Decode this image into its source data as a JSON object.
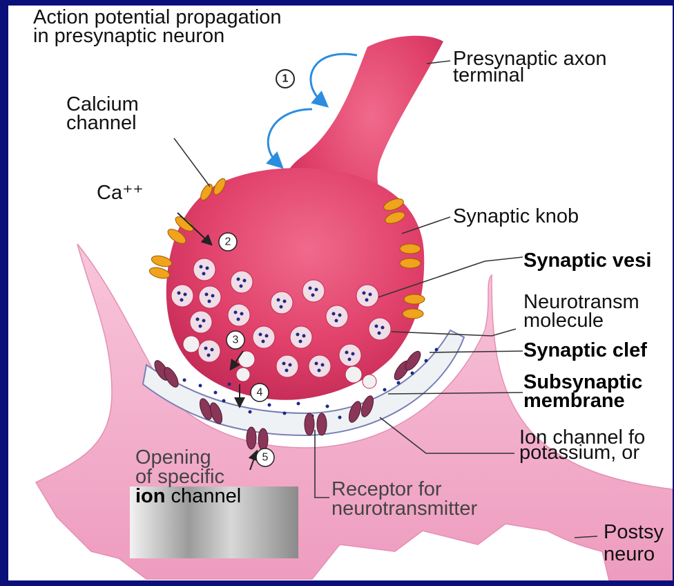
{
  "labels": {
    "action_potential": "Action potential propagation",
    "action_potential_2": "in presynaptic neuron",
    "presynaptic_axon": "Presynaptic axon",
    "presynaptic_axon_2": "terminal",
    "calcium_channel": "Calcium",
    "calcium_channel_2": "channel",
    "ca_ion": "Ca⁺⁺",
    "synaptic_knob": "Synaptic knob",
    "synaptic_vesicle": "Synaptic vesi",
    "neurotransmitter": "Neurotransm",
    "neurotransmitter_2": "molecule",
    "synaptic_cleft": "Synaptic clef",
    "subsynaptic": "Subsynaptic",
    "subsynaptic_2": "membrane",
    "ion_channel": "Ion channel fo",
    "ion_channel_2": "potassium, or",
    "opening": "Opening",
    "opening_2": "of specific",
    "opening_3a": "ion",
    "opening_3b": " channel",
    "receptor": "Receptor for",
    "receptor_2": "neurotransmitter",
    "postsynaptic": "Postsy",
    "postsynaptic_2": "neuro"
  },
  "steps": [
    "1",
    "2",
    "3",
    "4",
    "5"
  ],
  "colors": {
    "background": "#0a0f7a",
    "presynaptic": "#e0406a",
    "postsynaptic": "#f3a9c8",
    "calcium_channel": "#f0a31c",
    "ion_channel": "#8a3658",
    "vesicle": "#f1dde6",
    "neurotransmitter_dot": "#1b2a86",
    "arrow": "#2a8de0"
  }
}
